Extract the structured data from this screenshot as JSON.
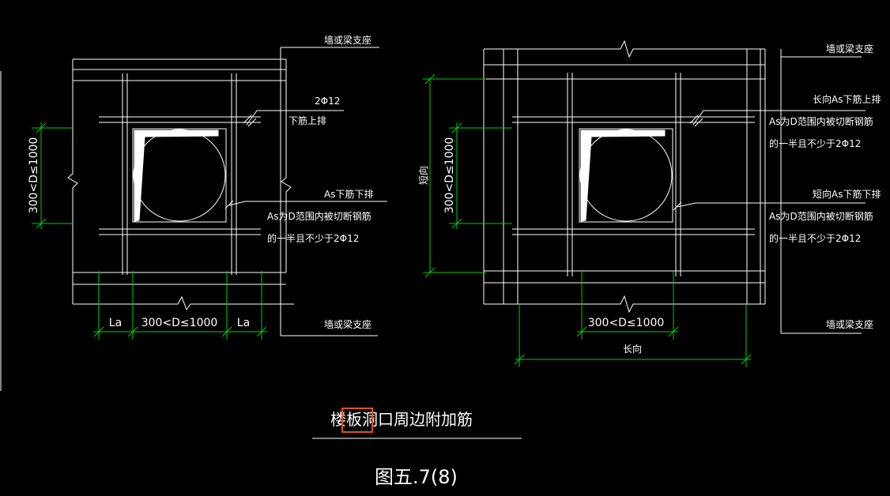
{
  "left_detail": {
    "top_support_label": "墙或梁支座",
    "rebar_2phi12": "2Φ12",
    "rebar_bottom_upper": "下筋上排",
    "as_bottom_lower": "As下筋下排",
    "as_note_line1": "As为D范围内被切断钢筋",
    "as_note_line2": "的一半且不少于2Φ12",
    "dim_vertical": "300<D≤1000",
    "dim_la_left": "La",
    "dim_horizontal": "300<D≤1000",
    "dim_la_right": "La",
    "bottom_support_label": "墙或梁支座"
  },
  "right_detail": {
    "top_support_label": "墙或梁支座",
    "long_as_upper": "长向As下筋上排",
    "long_note_line1": "As为D范围内被切断钢筋",
    "long_note_line2": "的一半且不少于2Φ12",
    "short_as_lower": "短向As下筋下排",
    "short_note_line1": "As为D范围内被切断钢筋",
    "short_note_line2": "的一半且不少于2Φ12",
    "dim_short_label": "短向",
    "dim_vertical": "300<D≤1000",
    "dim_horizontal": "300<D≤1000",
    "dim_long_label": "长向",
    "bottom_support_label": "墙或梁支座"
  },
  "caption": {
    "title_pre": "楼",
    "title_highlight": "板洞",
    "title_post": "口周边附加筋",
    "figure_number": "图五.7(8)"
  },
  "colors": {
    "background": "#000000",
    "lines": "#ffffff",
    "dimensions": "#00d000",
    "highlight_box": "#e05020"
  }
}
